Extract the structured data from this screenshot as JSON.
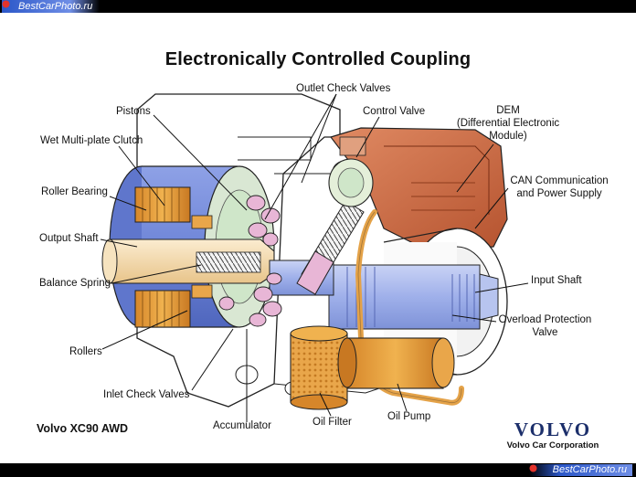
{
  "watermark": {
    "top": "BestCarPhoto.ru",
    "bottom": "BestCarPhoto.ru"
  },
  "title": "Electronically Controlled Coupling",
  "labels": {
    "outlet_check_valves": "Outlet Check Valves",
    "pistons": "Pistons",
    "control_valve": "Control Valve",
    "dem_line1": "DEM",
    "dem_line2": "(Differential Electronic",
    "dem_line3": "Module)",
    "wet_clutch": "Wet Multi-plate Clutch",
    "can_line1": "CAN Communication",
    "can_line2": "and Power Supply",
    "roller_bearing": "Roller Bearing",
    "output_shaft": "Output Shaft",
    "input_shaft": "Input Shaft",
    "balance_spring": "Balance Spring",
    "overload_line1": "Overload Protection",
    "overload_line2": "Valve",
    "rollers": "Rollers",
    "inlet_check_valves": "Inlet Check Valves",
    "accumulator": "Accumulator",
    "oil_filter": "Oil Filter",
    "oil_pump": "Oil Pump"
  },
  "caption": "Volvo XC90 AWD",
  "logo": {
    "mark": "VOLVO",
    "corporation": "Volvo Car Corporation"
  },
  "colors": {
    "housing_red": "#c8653f",
    "clutch_blue": "#6f86d8",
    "plates_orange": "#e79a2d",
    "shaft_light_blue": "#9fb0ea",
    "pink_parts": "#e8b6d6",
    "tube_orange": "#e4a248",
    "pale_green": "#cfe6c9",
    "shaft_tan": "#f3d9a8"
  }
}
